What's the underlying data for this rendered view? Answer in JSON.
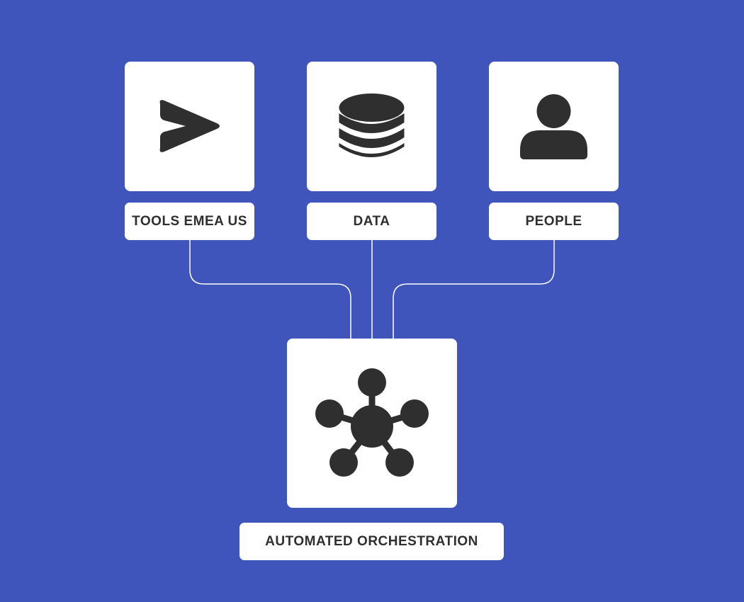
{
  "diagram": {
    "nodes": [
      {
        "id": "tools",
        "label": "TOOLS EMEA US",
        "icon": "play-arrow-icon"
      },
      {
        "id": "data",
        "label": "DATA",
        "icon": "database-icon"
      },
      {
        "id": "people",
        "label": "PEOPLE",
        "icon": "person-icon"
      }
    ],
    "hub": {
      "label": "AUTOMATED ORCHESTRATION",
      "icon": "network-hub-icon"
    },
    "colors": {
      "background": "#3f55bb",
      "card": "#ffffff",
      "icon": "#2f2f2f",
      "text": "#2f2f2f",
      "connector": "#ffffff"
    }
  }
}
